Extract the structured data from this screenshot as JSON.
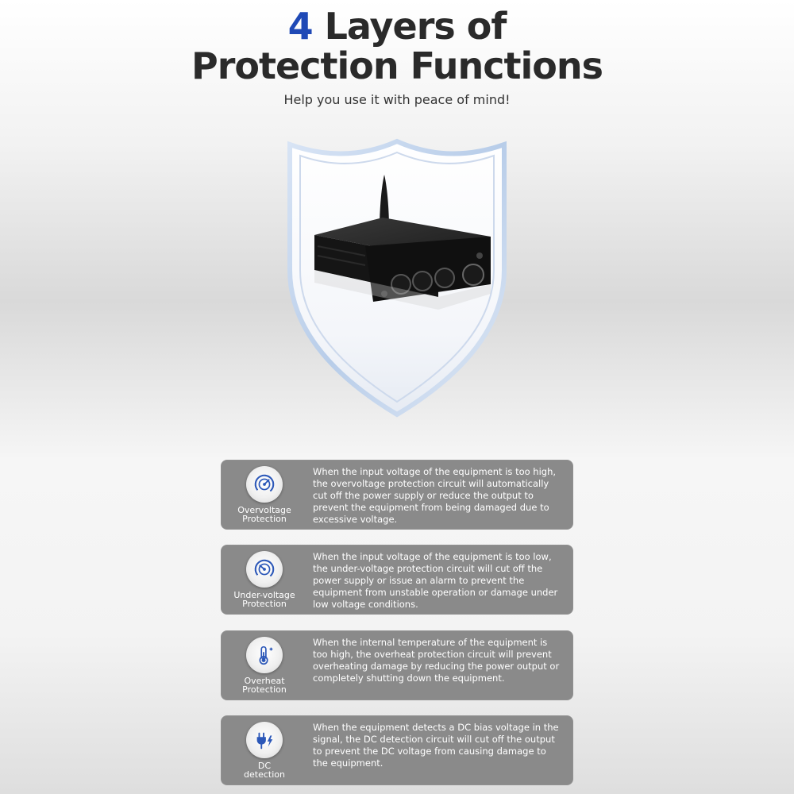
{
  "header": {
    "title_accent": "4",
    "title_line1_rest": " Layers of",
    "title_line2": "Protection Functions",
    "subtitle": "Help you use it with peace of mind!"
  },
  "colors": {
    "accent": "#1f49b6",
    "card_bg": "#8a8a8a",
    "icon_blue": "#2b57b8"
  },
  "product": {
    "icon": "amplifier-image"
  },
  "protections": [
    {
      "icon": "gauge-icon",
      "label_line1": "Overvoltage",
      "label_line2": "Protection",
      "text": "When the input voltage of the equipment is too high, the overvoltage protection circuit will automatically cut off the power supply or reduce the output to prevent the equipment from being damaged due to excessive voltage."
    },
    {
      "icon": "gauge-low-icon",
      "label_line1": "Under-voltage",
      "label_line2": "Protection",
      "text": "When the input voltage of the equipment is too low, the under-voltage protection circuit will cut off the power supply or issue an alarm to prevent the equipment from unstable operation or damage under low voltage conditions."
    },
    {
      "icon": "thermometer-icon",
      "label_line1": "Overheat",
      "label_line2": "Protection",
      "text": "When the internal temperature of the equipment is too high, the overheat protection circuit will prevent overheating damage by reducing the power output or completely shutting down the equipment."
    },
    {
      "icon": "plug-bolt-icon",
      "label_line1": "DC",
      "label_line2": "detection",
      "text": "When the equipment detects a DC bias voltage in the signal, the DC detection circuit will cut off the output to prevent the DC voltage from causing damage to the equipment."
    }
  ]
}
